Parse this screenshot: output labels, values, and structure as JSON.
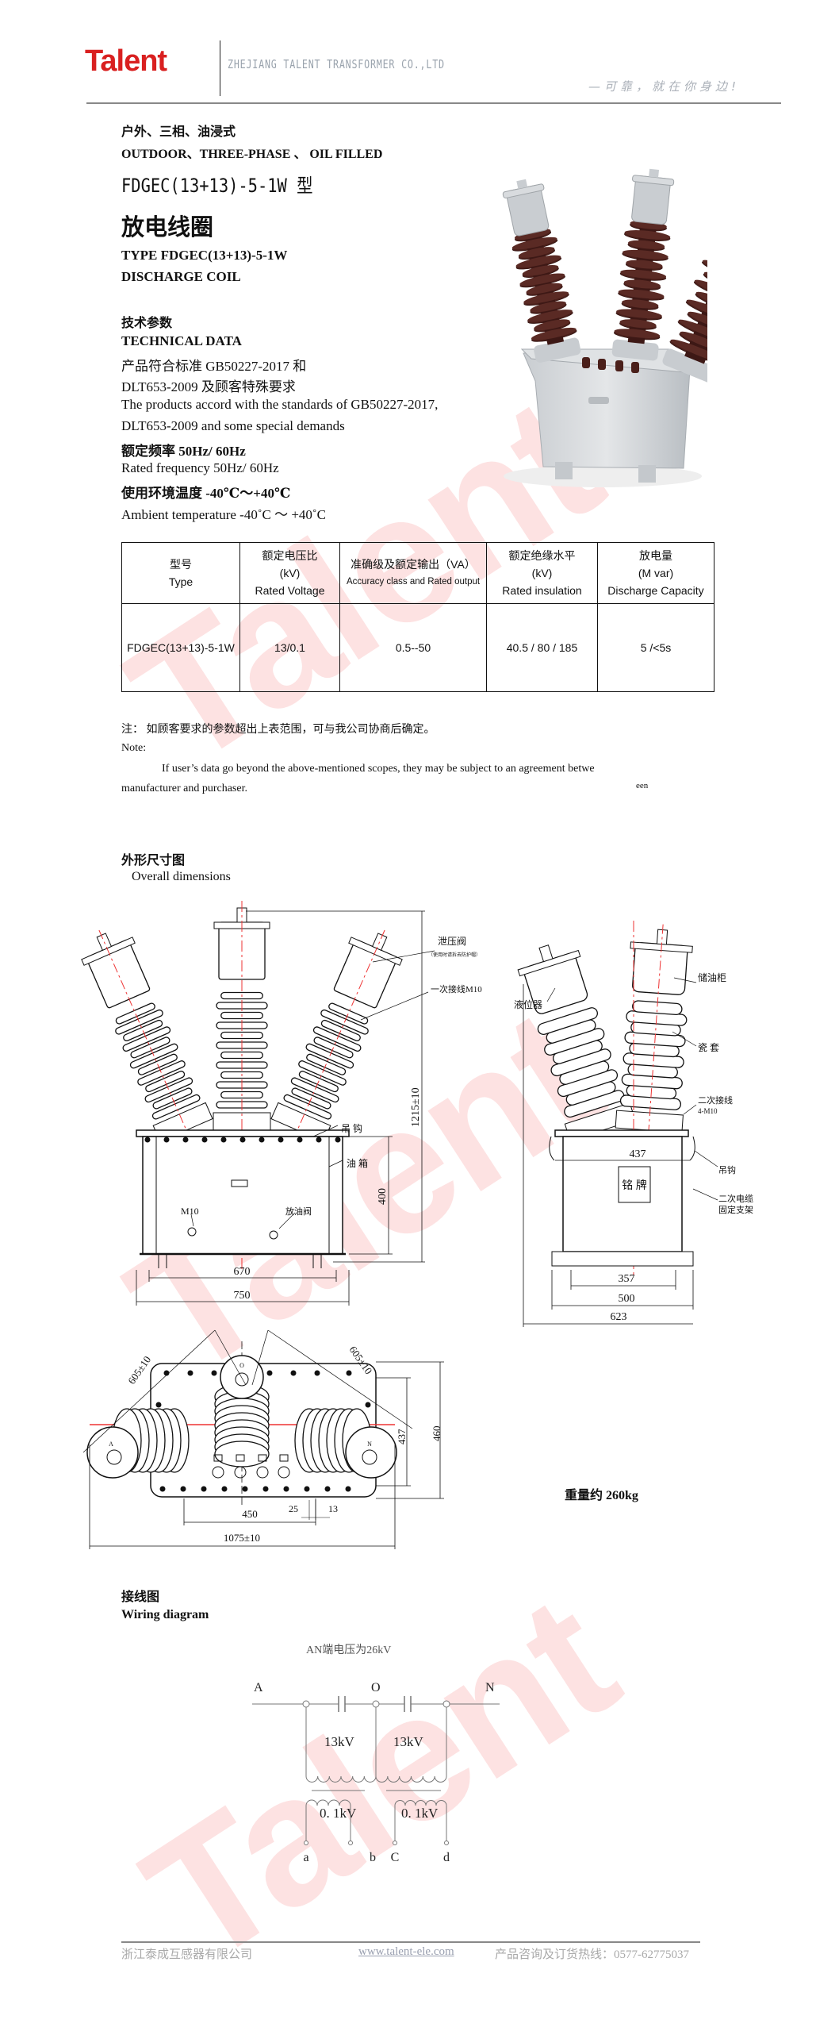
{
  "header": {
    "logo": "Talent",
    "company": "ZHEJIANG TALENT TRANSFORMER CO.,LTD",
    "slogan": "—可靠，就在你身边!"
  },
  "watermark": "Talent",
  "intro": {
    "cn_type": "户外、三相、油浸式",
    "en_type": "OUTDOOR、THREE-PHASE 、 OIL FILLED",
    "model_cn": "FDGEC(13+13)-5-1W 型",
    "name_cn": "放电线圈",
    "model_en": "TYPE FDGEC(13+13)-5-1W",
    "name_en": "DISCHARGE COIL"
  },
  "tech": {
    "heading_cn": "技术参数",
    "heading_en": "TECHNICAL DATA",
    "lines": [
      "产品符合标准 GB50227-2017 和",
      "DLT653-2009 及顾客特殊要求",
      "The products accord with the standards of GB50227-2017,",
      " DLT653-2009 and some special demands",
      "额定频率 50Hz/ 60Hz",
      "Rated frequency    50Hz/ 60Hz",
      "使用环境温度 -40℃～+40℃",
      "Ambient temperature    -40˚C  ～  +40˚C"
    ]
  },
  "table": {
    "headers": [
      {
        "l1": "型号",
        "l2": "",
        "l3": "Type"
      },
      {
        "l1": "额定电压比",
        "l2": "(kV)",
        "l3": "Rated Voltage"
      },
      {
        "l1": "准确级及额定输出（VA）",
        "l2": "",
        "l3": "Accuracy class and Rated output"
      },
      {
        "l1": "额定绝缘水平",
        "l2": "(kV)",
        "l3": "Rated insulation"
      },
      {
        "l1": "放电量",
        "l2": "(M var)",
        "l3": "Discharge Capacity"
      }
    ],
    "rows": [
      [
        "FDGEC(13+13)-5-1W",
        "13/0.1",
        "0.5--50",
        "40.5 / 80 / 185",
        "5 /<5s"
      ]
    ]
  },
  "notes": {
    "cn": "注：    如顾客要求的参数超出上表范围，可与我公司协商后确定。",
    "label": "Note:",
    "en1": "If user’s data go beyond the above-mentioned scopes, they may be subject to an agreement betwe",
    "en2": "manufacturer and purchaser.",
    "en_tail": "een"
  },
  "dimensions": {
    "heading_cn": "外形尺寸图",
    "heading_en": "Overall dimensions",
    "front": {
      "relief_valve": "泄压阀",
      "relief_note": "（使用时请拆去防护帽）",
      "primary_terminal": "一次接线M10",
      "height": "1215±10",
      "hook": "吊 钩",
      "tank": "油 箱",
      "tank_height": "400",
      "drain_valve": "放油阀",
      "bolt": "M10",
      "w_inner": "670",
      "w_outer": "750"
    },
    "side": {
      "level_gauge": "液位器",
      "conservator": "储油柜",
      "porcelain": "瓷 套",
      "secondary_terminal": "二次接线",
      "secondary_spec": "4-M10",
      "hook": "吊钩",
      "cable_bracket_1": "二次电缆",
      "cable_bracket_2": "固定支架",
      "w_437": "437",
      "nameplate": "铭 牌",
      "w_357": "357",
      "w_500": "500",
      "w_623": "623"
    },
    "top": {
      "diag_left": "605±10",
      "diag_right": "605±10",
      "d_437": "437",
      "d_460": "460",
      "d_450": "450",
      "d_25": "25",
      "d_13": "13",
      "d_1075": "1075±10",
      "term_a": "A",
      "term_o": "O",
      "term_n": "N"
    },
    "weight": "重量约 260kg"
  },
  "wiring": {
    "heading_cn": "接线图",
    "heading_en": "Wiring diagram",
    "caption": "AN端电压为26kV",
    "nodes": [
      "A",
      "O",
      "N"
    ],
    "primary": [
      "13kV",
      "13kV"
    ],
    "secondary": [
      "0. 1kV",
      "0. 1kV"
    ],
    "terminals": [
      "a",
      "b",
      "C",
      "d"
    ]
  },
  "footer": {
    "company": "浙江泰成互感器有限公司",
    "website": "www.talent-ele.com",
    "hotline": "产品咨询及订货热线：0577-62775037"
  },
  "colors": {
    "brand": "#d92020",
    "watermark": "#fde2e2",
    "porcelain": "#4a1f1a",
    "tank": "#d9dcdf"
  }
}
